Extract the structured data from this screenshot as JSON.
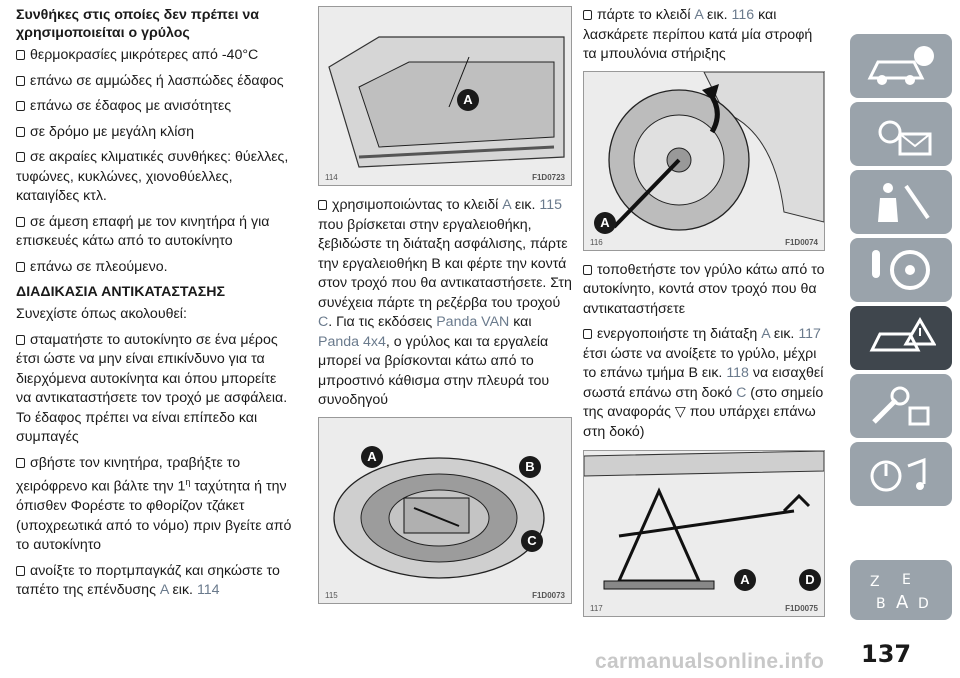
{
  "col1": {
    "heading1": "Συνθήκες στις οποίες δεν πρέπει να χρησιμοποιείται ο γρύλος",
    "b1": "θερμοκρασίες μικρότερες από -40°C",
    "b2": "επάνω σε αμμώδες ή λασπώδες έδαφος",
    "b3": "επάνω σε έδαφος με ανισότητες",
    "b4": "σε δρόμο με μεγάλη κλίση",
    "b5": "σε ακραίες κλιματικές συνθήκες: θύελλες, τυφώνες, κυκλώνες, χιονοθύελλες, καταιγίδες κτλ.",
    "b6": "σε άμεση επαφή με τον κινητήρα ή για επισκευές κάτω από το αυτοκίνητο",
    "b7": "επάνω σε πλεούμενο.",
    "heading2": "ΔΙΑΔΙΚΑΣΙΑ ΑΝΤΙΚΑΤΑΣΤΑΣΗΣ",
    "intro": "Συνεχίστε όπως ακολουθεί:",
    "s1": "σταματήστε το αυτοκίνητο σε ένα μέρος έτσι ώστε να μην είναι επικίνδυνο για τα διερχόμενα αυτοκίνητα και όπου μπορείτε να αντικαταστήσετε τον τροχό με ασφάλεια. Το έδαφος πρέπει να είναι επίπεδο και συμπαγές",
    "s2a": "σβήστε τον κινητήρα, τραβήξτε το χειρόφρενο και βάλτε την 1",
    "s2sup": "η",
    "s2b": " ταχύτητα ή την όπισθεν Φορέστε το φθορίζον τζάκετ (υποχρεωτικά από το νόμο) πριν βγείτε από το αυτοκίνητο",
    "s3a": "ανοίξτε το πορτμπαγκάζ και σηκώστε το ταπέτο της επένδυσης ",
    "s3ref": "A",
    "s3b": " εικ. ",
    "s3fig": "114"
  },
  "col2": {
    "fig114": {
      "num": "114",
      "code": "F1D0723",
      "callA": "A"
    },
    "p1a": "χρησιμοποιώντας το κλειδί ",
    "p1ref": "A",
    "p1b": " εικ. ",
    "p1fig": "115",
    "p1c": " που βρίσκεται στην εργαλειοθήκη, ξεβιδώστε τη διάταξη ασφάλισης, πάρτε την εργαλειοθήκη B και φέρτε την κοντά στον τροχό που θα αντικαταστήσετε. Στη συνέχεια πάρτε τη ρεζέρβα του τροχού ",
    "p1c_ref": "C",
    "p1d": ". Για τις εκδόσεις ",
    "p1v1": "Panda VAN",
    "p1e": " και ",
    "p1v2": "Panda 4x4",
    "p1f": ", ο γρύλος και τα εργαλεία μπορεί να βρίσκονται κάτω από το μπροστινό κάθισμα στην πλευρά του συνοδηγού",
    "fig115": {
      "num": "115",
      "code": "F1D0073",
      "callA": "A",
      "callB": "B",
      "callC": "C"
    }
  },
  "col3": {
    "p1a": "πάρτε το κλειδί ",
    "p1ref": "A",
    "p1b": " εικ. ",
    "p1fig": "116",
    "p1c": " και λασκάρετε περίπου κατά μία στροφή τα μπουλόνια στήριξης",
    "fig116": {
      "num": "116",
      "code": "F1D0074",
      "callA": "A"
    },
    "p2": "τοποθετήστε τον γρύλο κάτω από το αυτοκίνητο, κοντά στον τροχό που θα αντικαταστήσετε",
    "p3a": "ενεργοποιήστε τη διάταξη ",
    "p3ref": "A",
    "p3b": " εικ. ",
    "p3fig": "117",
    "p3c": " έτσι ώστε να ανοίξετε το γρύλο, μέχρι το επάνω τμήμα B εικ. ",
    "p3fig2": "118",
    "p3d": " να εισαχθεί σωστά επάνω στη δοκό ",
    "p3ref2": "C",
    "p3e": " (στο σημείο της αναφοράς ",
    "p3sym": "▽",
    "p3f": " που υπάρχει επάνω στη δοκό)",
    "fig117": {
      "num": "117",
      "code": "F1D0075",
      "callA": "A",
      "callD": "D"
    }
  },
  "sidebar": {
    "icons": [
      "car-info-icon",
      "warning-lights-icon",
      "seat-belt-icon",
      "steering-wheel-icon",
      "emergency-icon",
      "maintenance-icon",
      "technical-data-icon",
      "index-icon"
    ],
    "active_index": 4
  },
  "page_number": "137",
  "watermark": "carmanualsonline.info"
}
